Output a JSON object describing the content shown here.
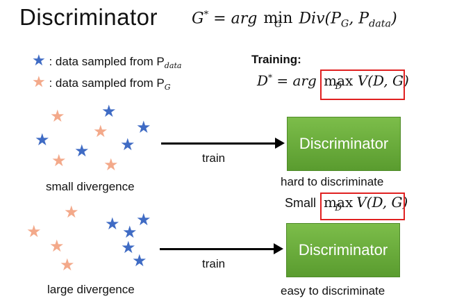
{
  "title": "Discriminator",
  "formula_top": {
    "lhs": "G",
    "sup": "*",
    "eq": " = arg",
    "op": "min",
    "op_sub": "G",
    "rest": "Div(P",
    "sub1": "G",
    "mid": ", P",
    "sub2": "data",
    "end": ")"
  },
  "legend": {
    "blue_text": ": data sampled from P",
    "blue_sub": "data",
    "orange_text": ": data sampled from P",
    "orange_sub": "G"
  },
  "training": {
    "label": "Training:",
    "lhs": "D",
    "sup": "*",
    "eq": " = arg",
    "op": "max",
    "op_sub": "D",
    "rest": "V(D, G)"
  },
  "top_case": {
    "label": "small divergence",
    "arrow_label": "train",
    "box_label": "Discriminator",
    "result": "hard to discriminate",
    "small_prefix": "Small",
    "op": "max",
    "op_sub": "D",
    "rest": "V(D, G)"
  },
  "bottom_case": {
    "label": "large divergence",
    "arrow_label": "train",
    "box_label": "Discriminator",
    "result": "easy to discriminate"
  },
  "colors": {
    "blue_star": "#3f6bc4",
    "orange_star": "#f3a98a",
    "box_green": "#6aab3b",
    "highlight_red": "#e02020"
  },
  "star_glyph": "★"
}
